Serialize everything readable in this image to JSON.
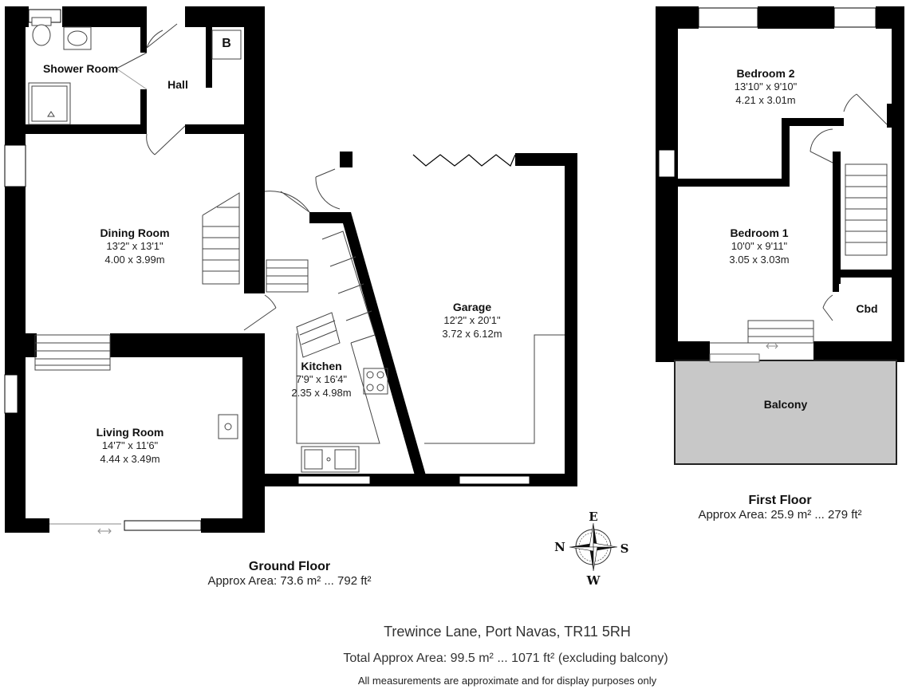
{
  "rooms": {
    "shower_room": {
      "name": "Shower Room"
    },
    "hall": {
      "name": "Hall"
    },
    "boiler": {
      "name": "B"
    },
    "dining_room": {
      "name": "Dining Room",
      "imperial": "13'2\" x 13'1\"",
      "metric": "4.00 x 3.99m"
    },
    "living_room": {
      "name": "Living Room",
      "imperial": "14'7\" x 11'6\"",
      "metric": "4.44 x 3.49m"
    },
    "kitchen": {
      "name": "Kitchen",
      "imperial": "7'9\" x 16'4\"",
      "metric": "2.35 x 4.98m"
    },
    "garage": {
      "name": "Garage",
      "imperial": "12'2\" x 20'1\"",
      "metric": "3.72 x 6.12m"
    },
    "bedroom_2": {
      "name": "Bedroom 2",
      "imperial": "13'10\" x 9'10\"",
      "metric": "4.21 x 3.01m"
    },
    "bedroom_1": {
      "name": "Bedroom 1",
      "imperial": "10'0\" x 9'11\"",
      "metric": "3.05 x 3.03m"
    },
    "cupboard": {
      "name": "Cbd"
    },
    "balcony": {
      "name": "Balcony"
    }
  },
  "ground_floor": {
    "title": "Ground Floor",
    "area": "Approx Area: 73.6 m² ... 792 ft²"
  },
  "first_floor": {
    "title": "First Floor",
    "area": "Approx Area: 25.9 m² ... 279 ft²"
  },
  "compass": {
    "n": "N",
    "e": "E",
    "s": "S",
    "w": "W"
  },
  "footer": {
    "address": "Trewince Lane, Port Navas, TR11 5RH",
    "total": "Total Approx Area: 99.5 m² ... 1071 ft² (excluding balcony)",
    "disclaimer": "All measurements are approximate and for display purposes only"
  },
  "colors": {
    "wall": "#000000",
    "balcony_fill": "#c8c8c8",
    "window": "#ffffff"
  }
}
